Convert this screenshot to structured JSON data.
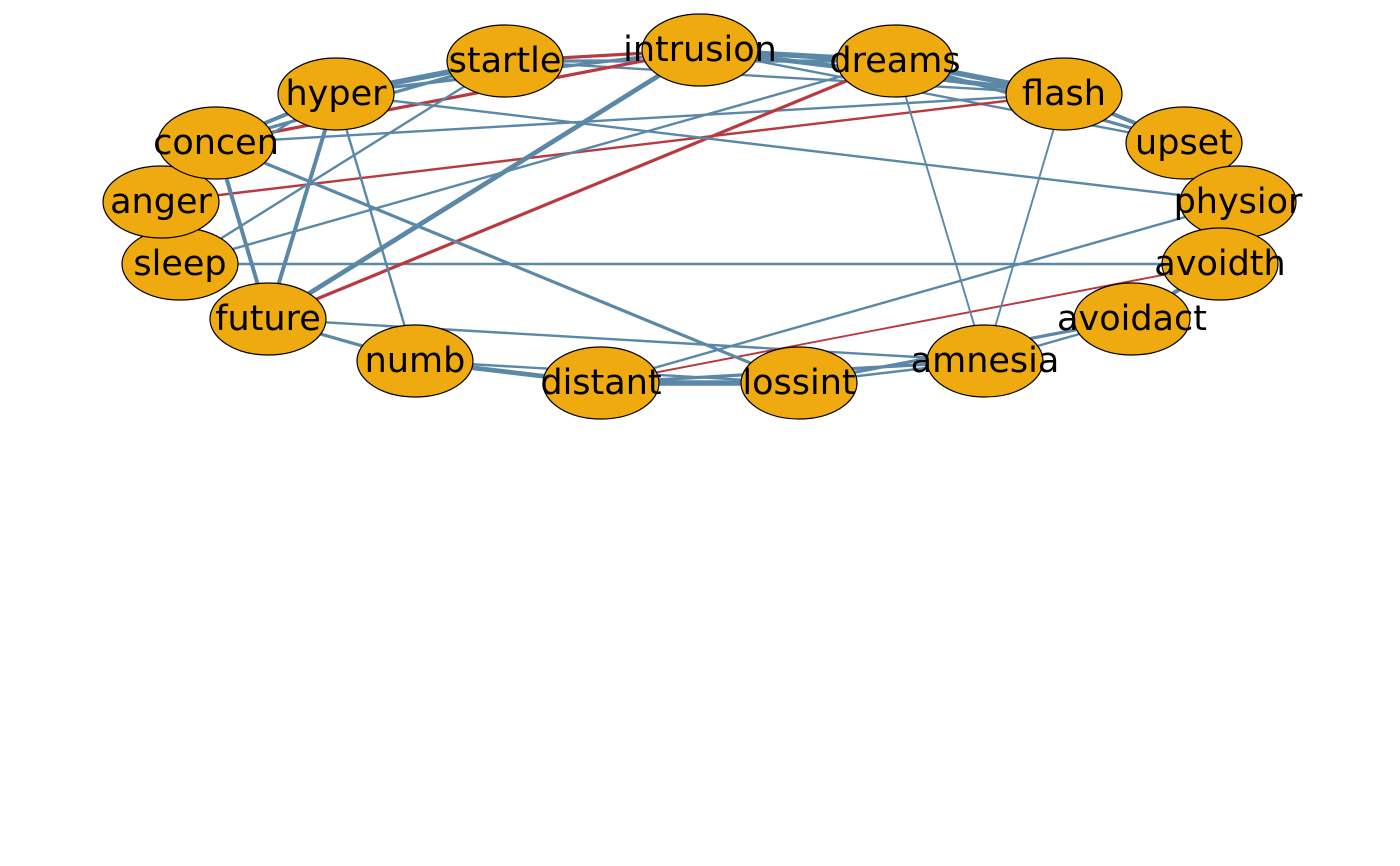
{
  "colors": {
    "background": "#ffffff",
    "node_fill": "#EEAA0E",
    "node_stroke": "#000000",
    "positive_edge": "#5A88A6",
    "negative_edge": "#B83A40"
  },
  "nodes": [
    {
      "id": "intrusion",
      "label": "intrusion"
    },
    {
      "id": "dreams",
      "label": "dreams"
    },
    {
      "id": "flash",
      "label": "flash"
    },
    {
      "id": "upset",
      "label": "upset"
    },
    {
      "id": "physior",
      "label": "physior"
    },
    {
      "id": "avoidth",
      "label": "avoidth"
    },
    {
      "id": "avoidact",
      "label": "avoidact"
    },
    {
      "id": "amnesia",
      "label": "amnesia"
    },
    {
      "id": "lossint",
      "label": "lossint"
    },
    {
      "id": "distant",
      "label": "distant"
    },
    {
      "id": "numb",
      "label": "numb"
    },
    {
      "id": "future",
      "label": "future"
    },
    {
      "id": "sleep",
      "label": "sleep"
    },
    {
      "id": "anger",
      "label": "anger"
    },
    {
      "id": "concen",
      "label": "concen"
    },
    {
      "id": "hyper",
      "label": "hyper"
    },
    {
      "id": "startle",
      "label": "startle"
    }
  ],
  "edges": [
    {
      "from": "intrusion",
      "to": "dreams",
      "sign": "positive",
      "weight": 3
    },
    {
      "from": "intrusion",
      "to": "flash",
      "sign": "positive",
      "weight": 2.5
    },
    {
      "from": "dreams",
      "to": "flash",
      "sign": "positive",
      "weight": 3
    },
    {
      "from": "flash",
      "to": "upset",
      "sign": "positive",
      "weight": 2
    },
    {
      "from": "dreams",
      "to": "upset",
      "sign": "positive",
      "weight": 1.5
    },
    {
      "from": "intrusion",
      "to": "upset",
      "sign": "positive",
      "weight": 1
    },
    {
      "from": "avoidth",
      "to": "avoidact",
      "sign": "positive",
      "weight": 2
    },
    {
      "from": "hyper",
      "to": "startle",
      "sign": "positive",
      "weight": 3
    },
    {
      "from": "hyper",
      "to": "concen",
      "sign": "positive",
      "weight": 2
    },
    {
      "from": "hyper",
      "to": "intrusion",
      "sign": "positive",
      "weight": 1.5
    },
    {
      "from": "startle",
      "to": "intrusion",
      "sign": "negative",
      "weight": 1.5
    },
    {
      "from": "startle",
      "to": "dreams",
      "sign": "positive",
      "weight": 1.5
    },
    {
      "from": "startle",
      "to": "flash",
      "sign": "positive",
      "weight": 1
    },
    {
      "from": "startle",
      "to": "concen",
      "sign": "positive",
      "weight": 1.5
    },
    {
      "from": "concen",
      "to": "intrusion",
      "sign": "negative",
      "weight": 1.5
    },
    {
      "from": "concen",
      "to": "flash",
      "sign": "positive",
      "weight": 1
    },
    {
      "from": "anger",
      "to": "flash",
      "sign": "negative",
      "weight": 1
    },
    {
      "from": "anger",
      "to": "hyper",
      "sign": "positive",
      "weight": 1
    },
    {
      "from": "sleep",
      "to": "startle",
      "sign": "positive",
      "weight": 1
    },
    {
      "from": "sleep",
      "to": "dreams",
      "sign": "positive",
      "weight": 1
    },
    {
      "from": "sleep",
      "to": "avoidth",
      "sign": "positive",
      "weight": 1
    },
    {
      "from": "future",
      "to": "intrusion",
      "sign": "positive",
      "weight": 2.5
    },
    {
      "from": "future",
      "to": "dreams",
      "sign": "negative",
      "weight": 1.5
    },
    {
      "from": "future",
      "to": "hyper",
      "sign": "positive",
      "weight": 2
    },
    {
      "from": "future",
      "to": "concen",
      "sign": "positive",
      "weight": 2
    },
    {
      "from": "future",
      "to": "numb",
      "sign": "positive",
      "weight": 1.5
    },
    {
      "from": "future",
      "to": "amnesia",
      "sign": "positive",
      "weight": 1
    },
    {
      "from": "numb",
      "to": "hyper",
      "sign": "positive",
      "weight": 1
    },
    {
      "from": "numb",
      "to": "distant",
      "sign": "positive",
      "weight": 2.5
    },
    {
      "from": "numb",
      "to": "lossint",
      "sign": "positive",
      "weight": 1
    },
    {
      "from": "distant",
      "to": "lossint",
      "sign": "positive",
      "weight": 3
    },
    {
      "from": "distant",
      "to": "amnesia",
      "sign": "positive",
      "weight": 1.5
    },
    {
      "from": "distant",
      "to": "avoidth",
      "sign": "negative",
      "weight": 0.7
    },
    {
      "from": "distant",
      "to": "physior",
      "sign": "positive",
      "weight": 1
    },
    {
      "from": "lossint",
      "to": "concen",
      "sign": "positive",
      "weight": 1.5
    },
    {
      "from": "lossint",
      "to": "amnesia",
      "sign": "positive",
      "weight": 1
    },
    {
      "from": "lossint",
      "to": "avoidact",
      "sign": "positive",
      "weight": 1.5
    },
    {
      "from": "amnesia",
      "to": "dreams",
      "sign": "positive",
      "weight": 0.7
    },
    {
      "from": "amnesia",
      "to": "flash",
      "sign": "positive",
      "weight": 0.7
    },
    {
      "from": "amnesia",
      "to": "avoidact",
      "sign": "positive",
      "weight": 1
    },
    {
      "from": "physior",
      "to": "hyper",
      "sign": "positive",
      "weight": 1
    }
  ]
}
